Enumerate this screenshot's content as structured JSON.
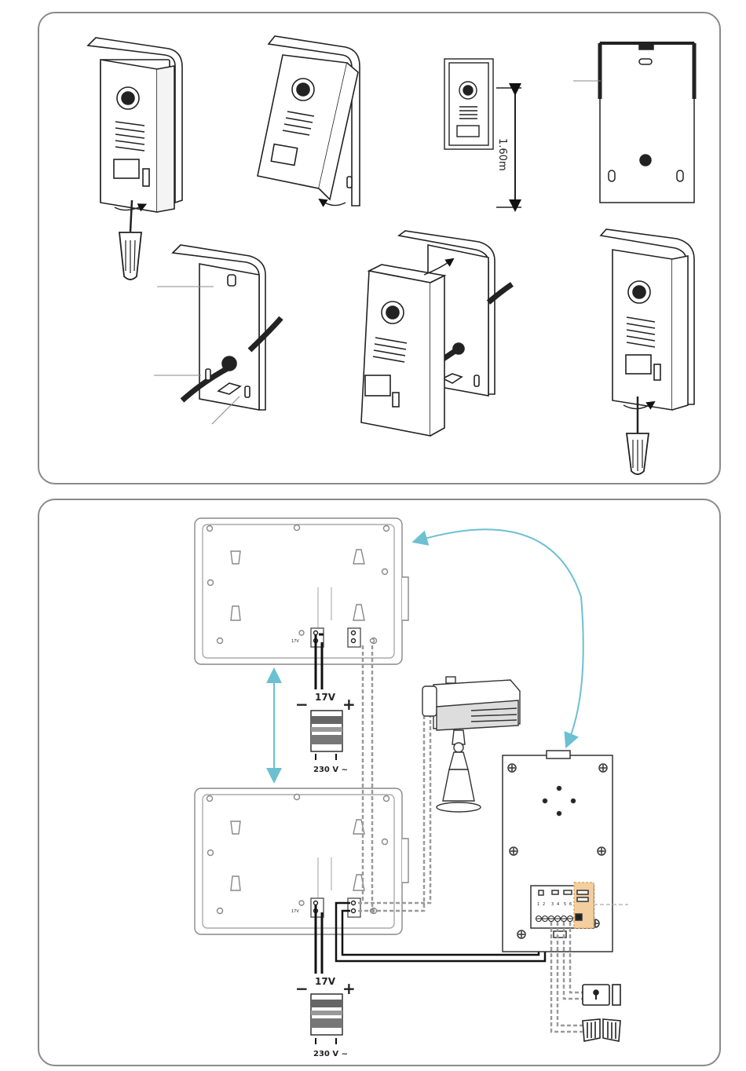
{
  "height_label": "1.60m",
  "psu_top": {
    "dc_label": "17V",
    "minus": "−",
    "plus": "+",
    "ac_label": "230 V ~"
  },
  "psu_bottom": {
    "dc_label": "17V",
    "minus": "−",
    "plus": "+",
    "ac_label": "230 V ~"
  },
  "monitor_terminal_label": "17V",
  "terminal_numbers": [
    "1",
    "2",
    "3",
    "4",
    "5",
    "6"
  ],
  "colors": {
    "frame": "#8a8a8a",
    "accent_arrow": "#6cc0d0",
    "highlight": "#f3cfa0",
    "wire": "#111111",
    "dashed_wire": "#9a9a9a"
  }
}
